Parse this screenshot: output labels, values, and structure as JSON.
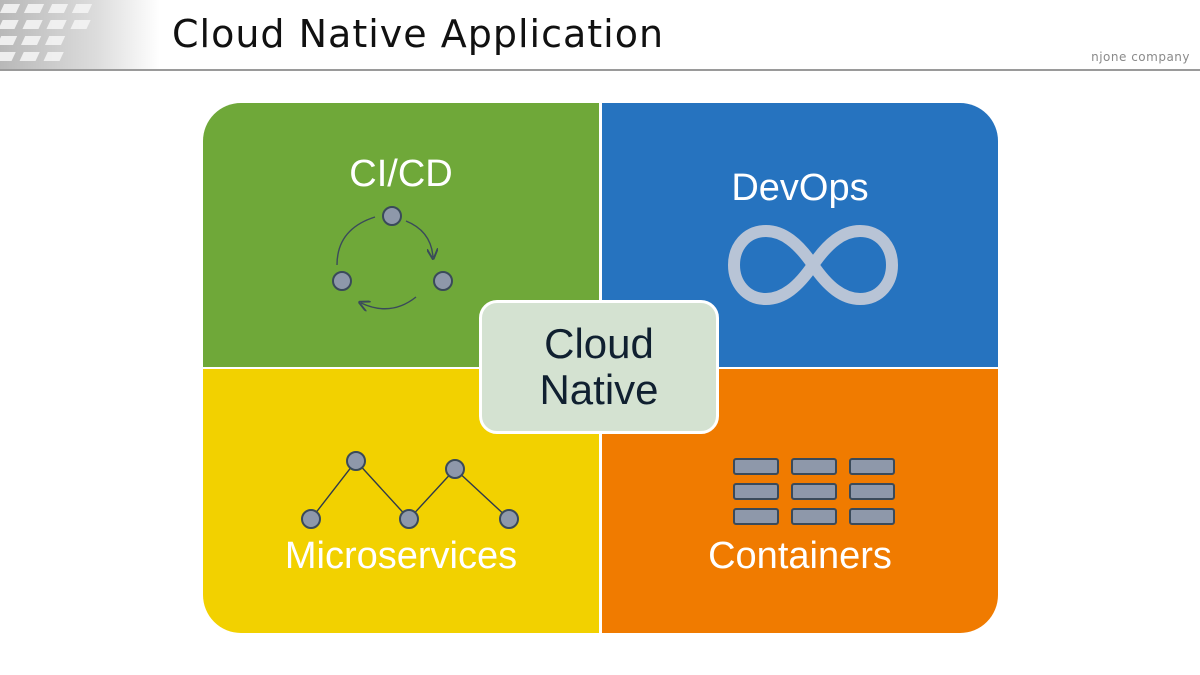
{
  "header": {
    "title": "Cloud Native Application",
    "company": "njone company"
  },
  "diagram": {
    "center": {
      "line1": "Cloud",
      "line2": "Native",
      "color": "#d4e2d1"
    },
    "quadrants": [
      {
        "label": "CI/CD",
        "color": "#6fa839",
        "icon": "cycle-arrows-icon"
      },
      {
        "label": "DevOps",
        "color": "#2673bf",
        "icon": "infinity-icon"
      },
      {
        "label": "Microservices",
        "color": "#f2d100",
        "icon": "connected-nodes-icon"
      },
      {
        "label": "Containers",
        "color": "#f07b00",
        "icon": "container-grid-icon"
      }
    ]
  }
}
